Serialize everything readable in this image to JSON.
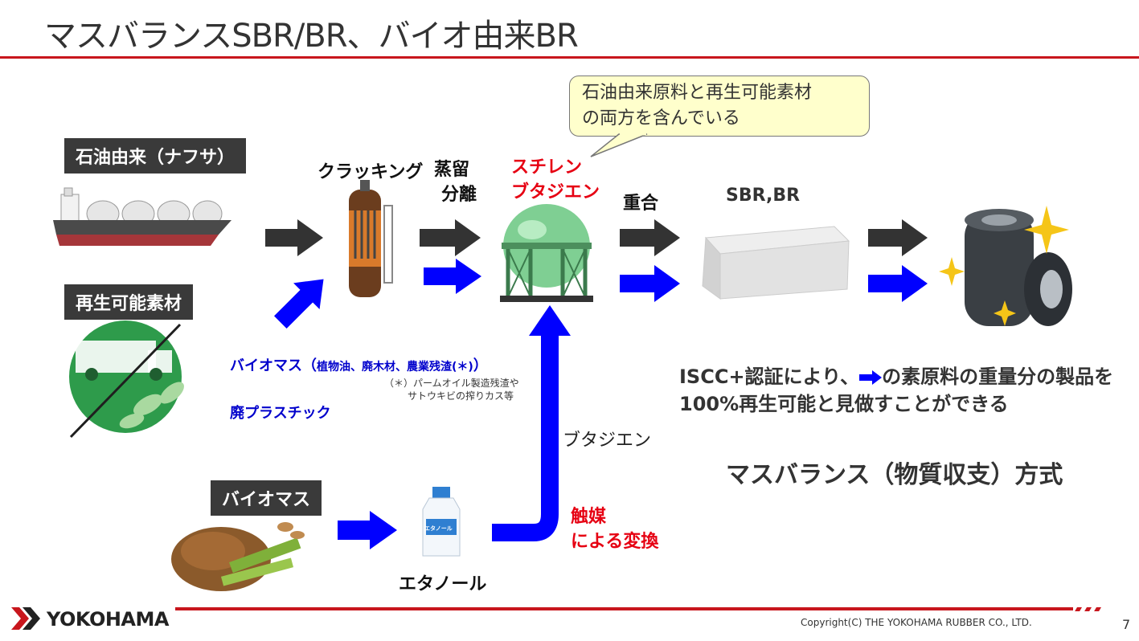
{
  "title": "マスバランスSBR/BR、バイオ由来BR",
  "callout": {
    "line1": "石油由来原料と再生可能素材",
    "line2": "の両方を含んでいる"
  },
  "sources": {
    "petroleum": "石油由来（ナフサ）",
    "renewable": "再生可能素材",
    "biomass": "バイオマス"
  },
  "process": {
    "cracking": "クラッキング",
    "distill_1": "蒸留",
    "distill_2": "分離",
    "styrene": "スチレン",
    "butadiene": "ブタジエン",
    "polymerize": "重合",
    "product": "SBR,BR",
    "ethanol": "エタノール",
    "butadiene_label": "ブタジエン",
    "catalyst_1": "触媒",
    "catalyst_2": "による変換",
    "ethanol_bottle_label": "エタノール"
  },
  "renewable_items": {
    "biomass_prefix": "バイオマス（",
    "biomass_detail": "植物油、廃木材、農業残渣(＊)",
    "biomass_suffix": "）",
    "plastic": "廃プラスチック",
    "note_1": "（＊）パームオイル製造残渣や",
    "note_2": "サトウキビの搾りカス等"
  },
  "iscc": {
    "line1_a": "ISCC+認証により、",
    "line1_b": "の素原料の重量分の製品を",
    "line2": "100%再生可能と見做すことができる"
  },
  "method": "マスバランス（物質収支）方式",
  "footer": {
    "brand": "YOKOHAMA",
    "copyright": "Copyright(C) THE YOKOHAMA RUBBER CO., LTD.",
    "page": "7"
  },
  "colors": {
    "accent_red": "#c8161d",
    "flow_blue": "#0000ff",
    "flow_dark": "#333333",
    "label_dark": "#3a3a3a"
  }
}
